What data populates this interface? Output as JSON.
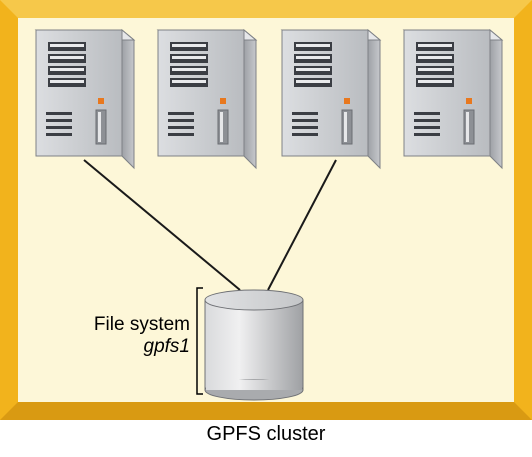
{
  "diagram": {
    "file_system": {
      "label": "File system",
      "name": "gpfs1"
    },
    "caption": "GPFS cluster",
    "colors": {
      "frame": "#f2b31c",
      "background": "#fdf7d8",
      "server": "#c9cbcf",
      "server_led": "#e8781e",
      "disk": "#c0c2c4"
    },
    "servers": [
      {
        "icon": "server-icon",
        "connected": true
      },
      {
        "icon": "server-icon",
        "connected": false
      },
      {
        "icon": "server-icon",
        "connected": true
      },
      {
        "icon": "server-icon",
        "connected": false
      }
    ]
  }
}
